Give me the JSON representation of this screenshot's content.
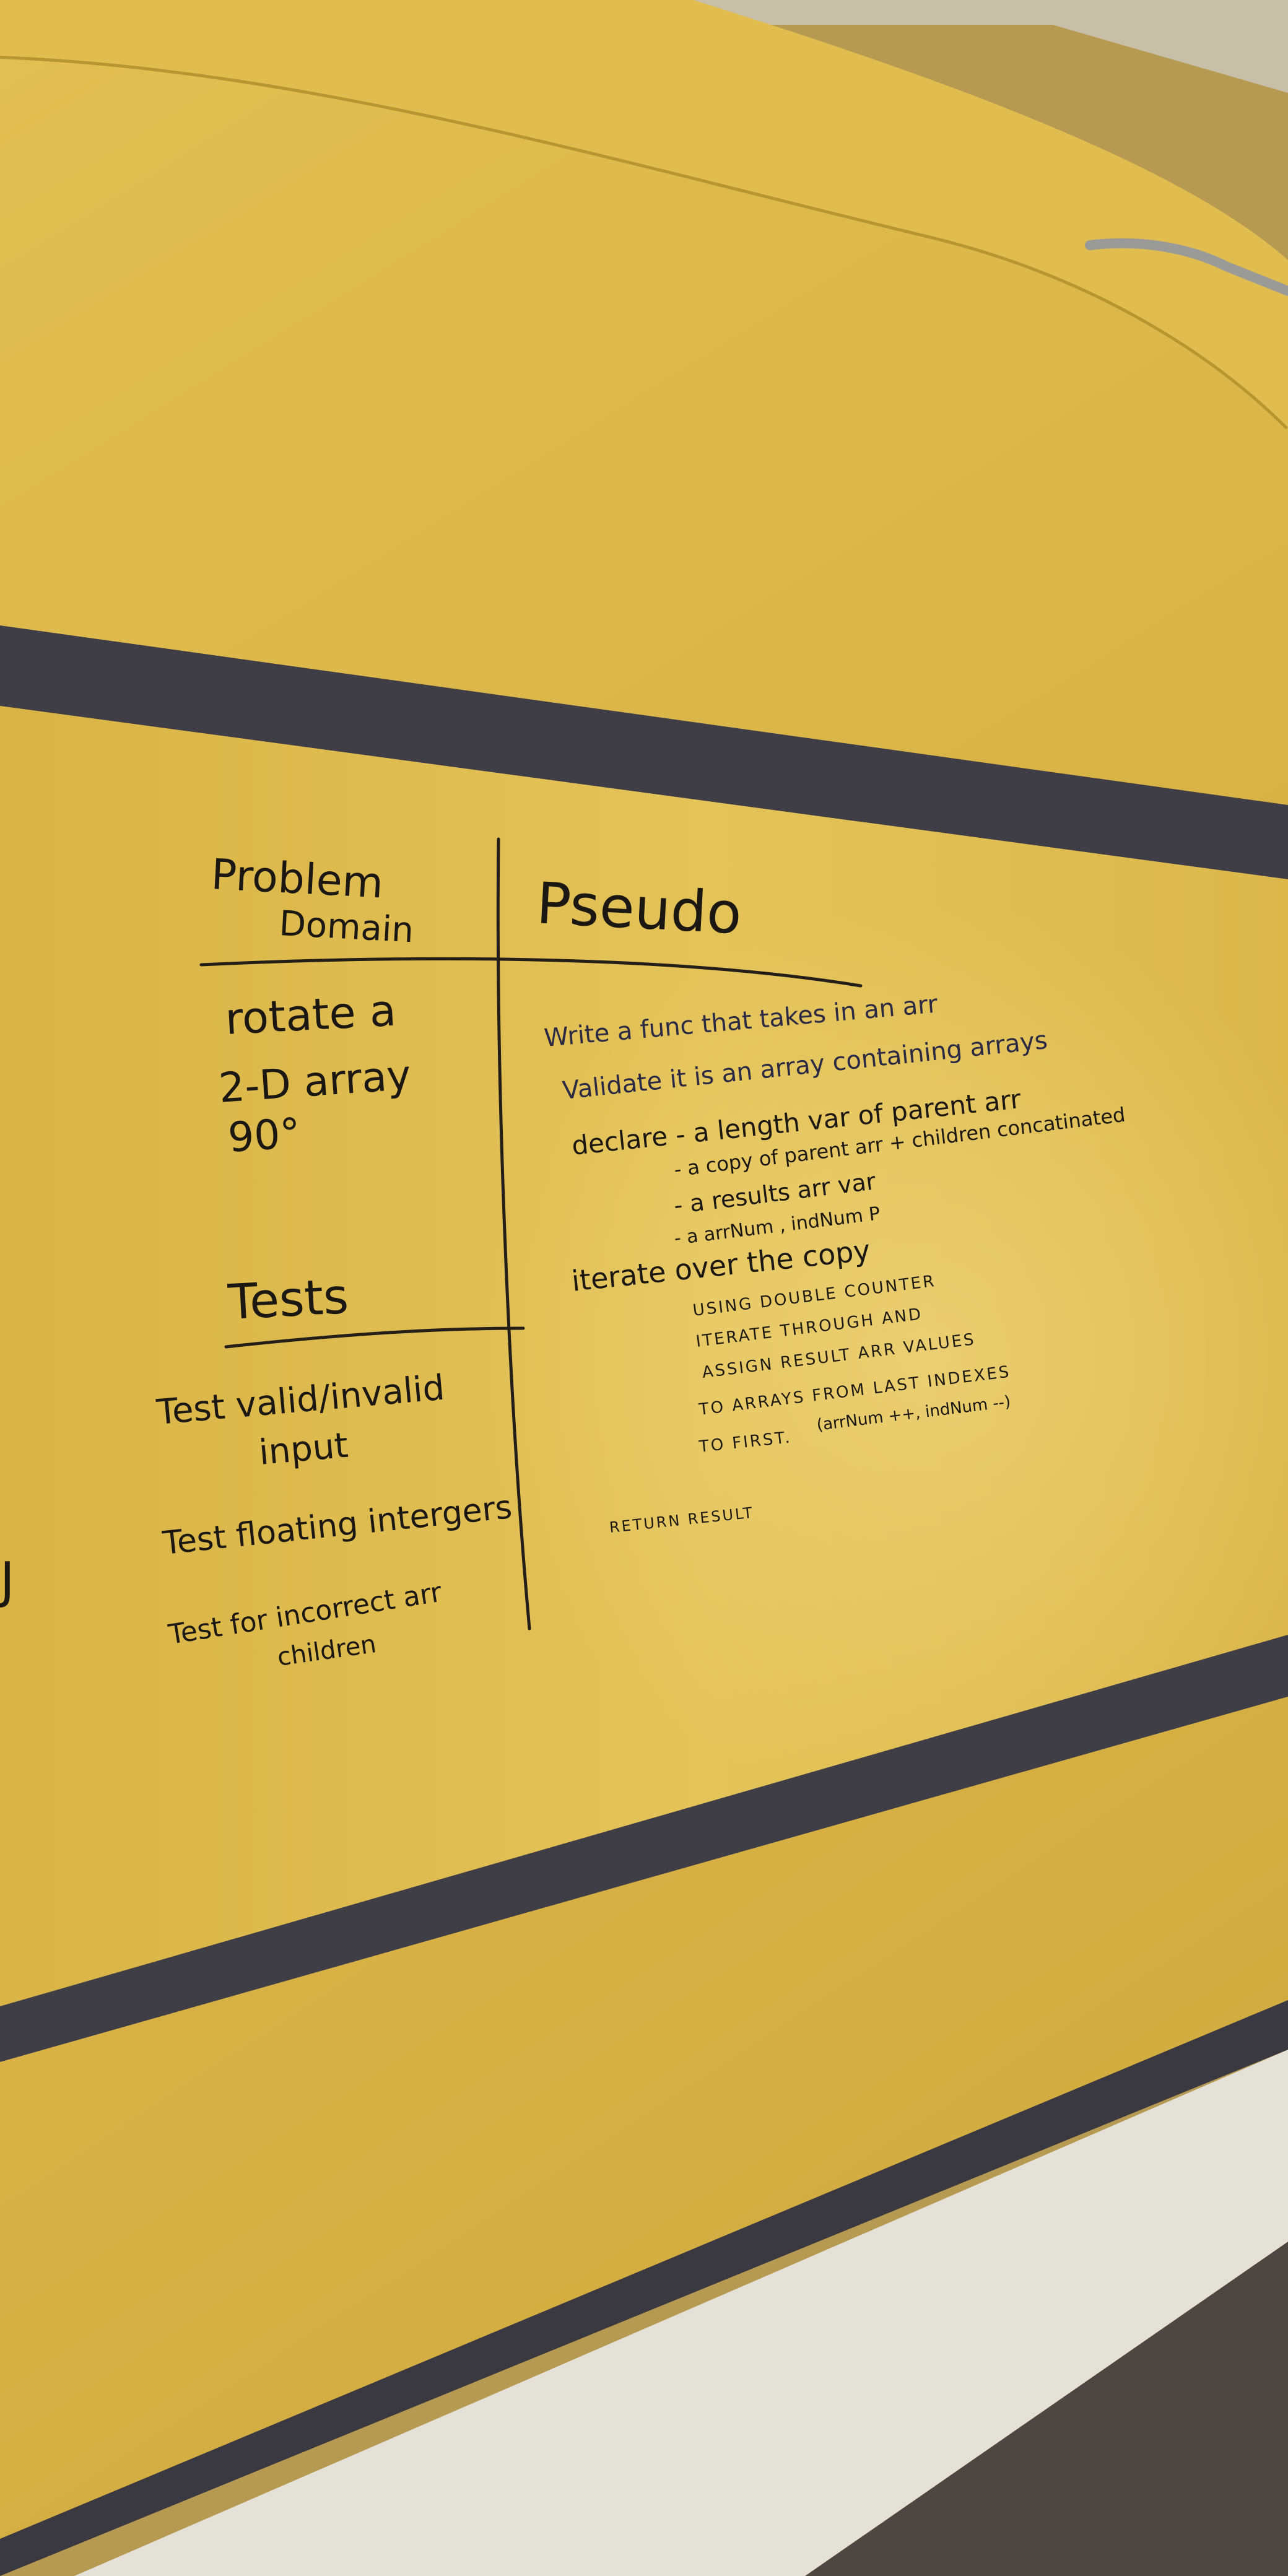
{
  "problem_domain": {
    "heading_line1": "Problem",
    "heading_line2": "Domain",
    "lines": [
      "rotate a",
      "2-D array",
      "90°"
    ]
  },
  "pseudo": {
    "heading": "Pseudo",
    "lines": [
      "Write a func that takes in an arr",
      "Validate it is an array containing arrays",
      "declare - a  length var of parent arr",
      "- a  copy of parent arr + children concatinated",
      "- a  results arr var",
      "- a  arrNum , indNum P",
      "iterate over the copy",
      "USING DOUBLE COUNTER",
      "ITERATE THROUGH AND",
      "ASSIGN RESULT ARR VALUES",
      "TO ARRAYS FROM LAST INDEXES",
      "TO FIRST.",
      "(arrNum ++, indNum --)",
      "RETURN RESULT"
    ]
  },
  "tests": {
    "heading": "Tests",
    "lines": [
      "Test valid/invalid",
      "input",
      "Test floating intergers",
      "Test for incorrect arr",
      "children"
    ]
  },
  "edge_mark": "J"
}
